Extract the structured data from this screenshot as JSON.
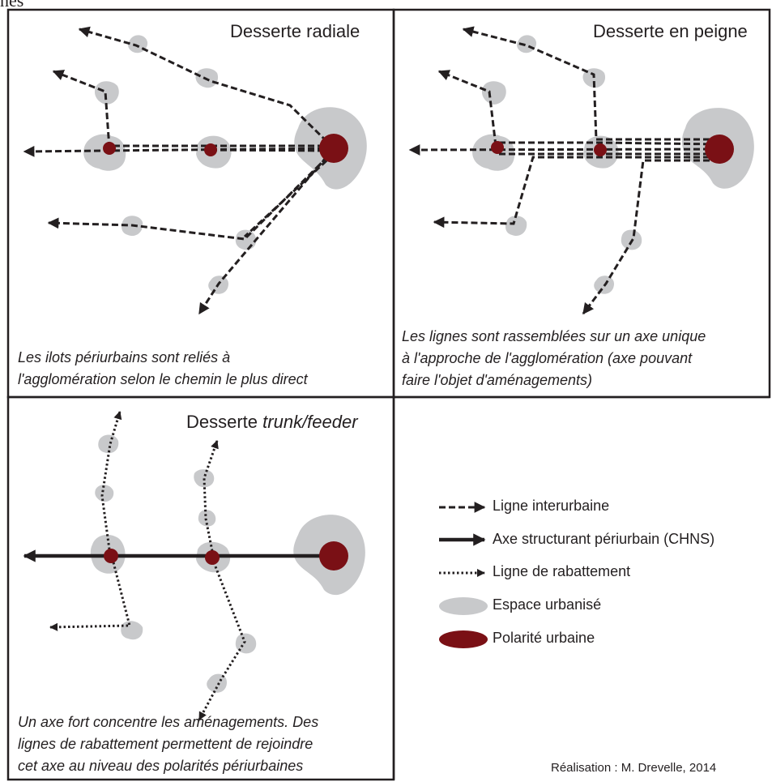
{
  "fragment_text": "nes",
  "panels": {
    "radial": {
      "title": "Desserte radiale",
      "caption": [
        "Les ilots périurbains sont reliés à",
        "l'agglomération selon le chemin le plus direct"
      ]
    },
    "comb": {
      "title": "Desserte en peigne",
      "caption": [
        "Les lignes sont rassemblées sur un axe unique",
        "à l'approche de l'agglomération (axe pouvant",
        "faire l'objet d'aménagements)"
      ]
    },
    "trunk": {
      "title_prefix": "Desserte ",
      "title_italic": "trunk/feeder",
      "caption": [
        "Un axe fort concentre les aménagements. Des",
        "lignes de rabattement permettent de rejoindre",
        "cet axe au niveau des polarités périurbaines"
      ]
    }
  },
  "legend": [
    {
      "symbol": "dashed-arrow",
      "label": "Ligne interurbaine"
    },
    {
      "symbol": "solid-arrow",
      "label": "Axe structurant périurbain (CHNS)"
    },
    {
      "symbol": "dotted-arrow",
      "label": "Ligne de rabattement"
    },
    {
      "symbol": "grey-ellipse",
      "label": "Espace urbanisé"
    },
    {
      "symbol": "red-ellipse",
      "label": "Polarité urbaine"
    }
  ],
  "credit": "Réalisation : M. Drevelle, 2014",
  "colors": {
    "urban_space": "#c8c9cb",
    "urban_polarity": "#7a1015",
    "lines": "#231f20"
  }
}
